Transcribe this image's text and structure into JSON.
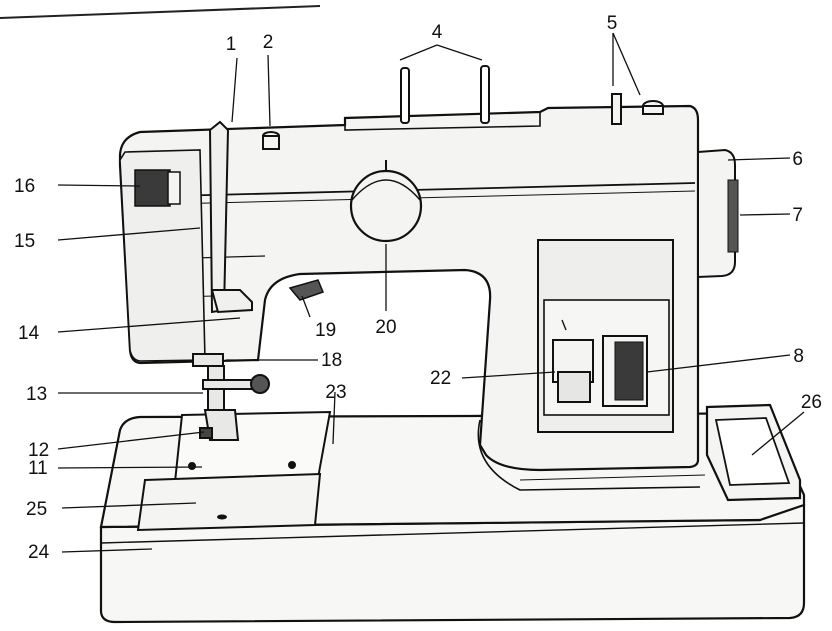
{
  "labels": [
    "1",
    "2",
    "4",
    "5",
    "6",
    "7",
    "8",
    "11",
    "12",
    "13",
    "14",
    "15",
    "16",
    "18",
    "19",
    "20",
    "22",
    "23",
    "24",
    "25",
    "26"
  ],
  "colors": {
    "ink": "#111111",
    "paper": "#ffffff",
    "body": "#f4f4f2",
    "panel": "#ededeb",
    "knob": "#444444"
  }
}
